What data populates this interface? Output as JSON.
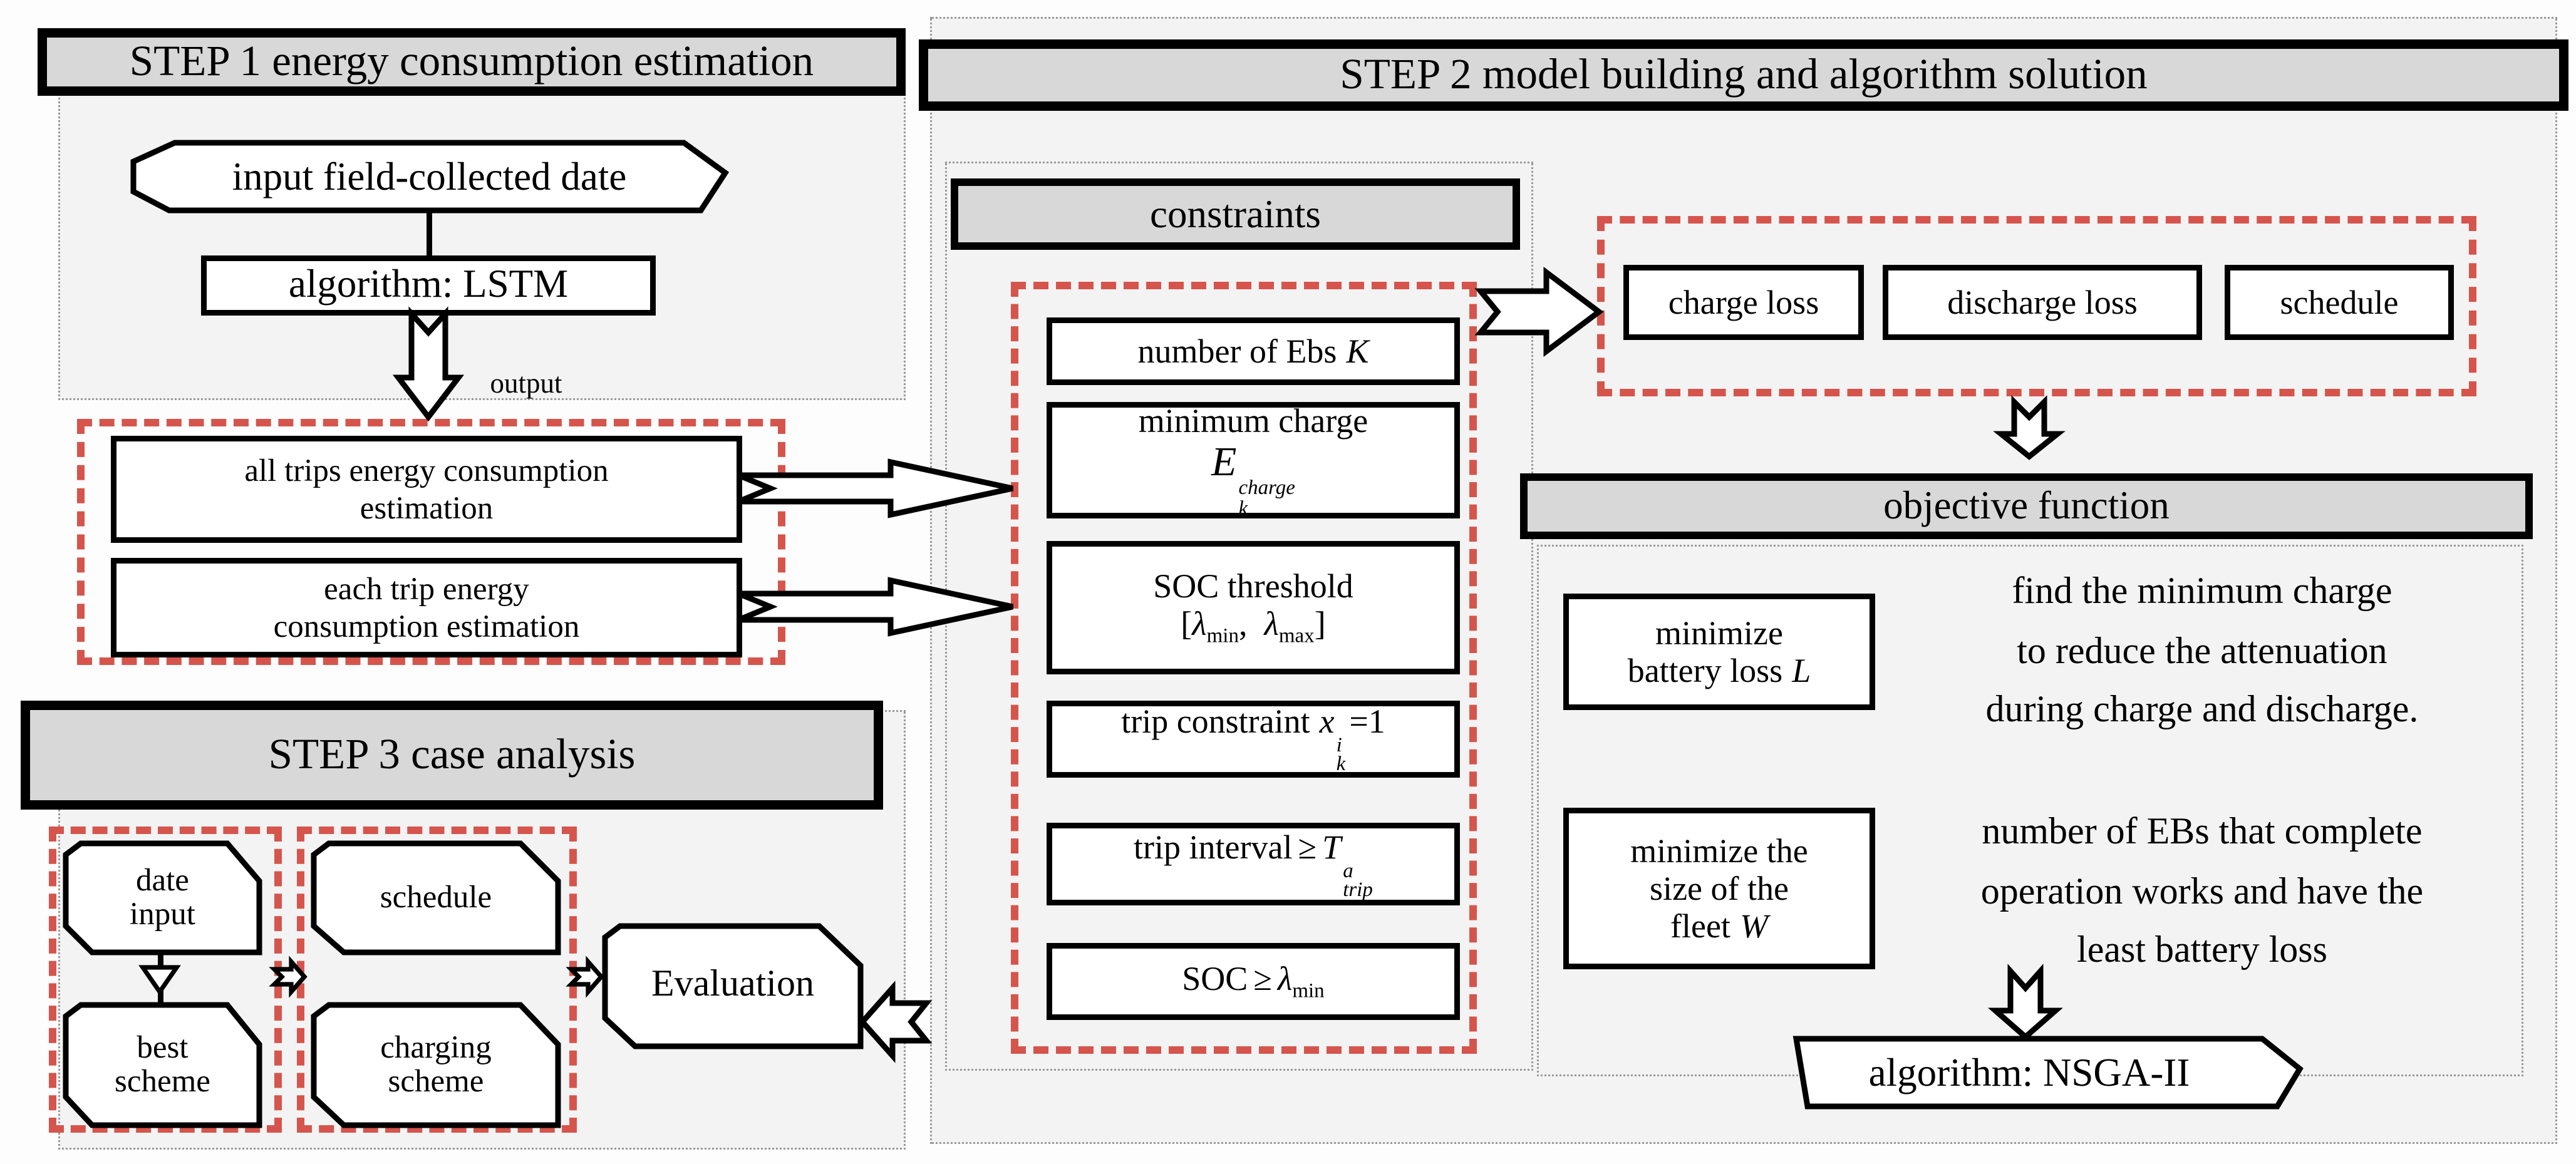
{
  "step1": {
    "title": "STEP 1 energy consumption estimation",
    "input_banner": "input field-collected date",
    "algorithm_box": "algorithm: LSTM",
    "output_label": "output",
    "all_trips": {
      "l1": "all trips energy consumption",
      "l2": "estimation"
    },
    "each_trip": {
      "l1": "each trip energy",
      "l2": "consumption estimation"
    }
  },
  "step2": {
    "title": "STEP 2 model building and algorithm solution",
    "constraints_title": "constraints",
    "constraints": {
      "number_of_ebs": {
        "text": "number of Ebs",
        "var": "K"
      },
      "minimum_charge": {
        "text": "minimum charge",
        "base": "E",
        "sup": "charge",
        "sub": "k"
      },
      "soc_threshold": {
        "text": "SOC threshold",
        "open": "[",
        "lambda1": "λ",
        "sub1": "min",
        "comma": ",",
        "lambda2": "λ",
        "sub2": "max",
        "close": "]"
      },
      "trip_constraint": {
        "text": "trip constraint",
        "base": "x",
        "sup": "i",
        "sub": "k",
        "eq": "=1"
      },
      "trip_interval": {
        "text": "trip interval",
        "ge": "≥",
        "base": "T",
        "sup": "a",
        "sub": "trip"
      },
      "soc_min": {
        "text": "SOC",
        "ge": "≥",
        "lambda": "λ",
        "sub": "min"
      }
    },
    "losses": {
      "charge": "charge loss",
      "discharge": "discharge loss",
      "schedule": "schedule"
    },
    "objective_title": "objective function",
    "minimize_battery": {
      "l1": "minimize",
      "l2": "battery loss",
      "var": "L"
    },
    "battery_note": {
      "l1": "find the minimum charge",
      "l2": "to reduce the attenuation",
      "l3": "during charge and discharge."
    },
    "minimize_fleet": {
      "l1": "minimize the",
      "l2": "size of the",
      "l3": "fleet",
      "var": "W"
    },
    "fleet_note": {
      "l1": "number of EBs that complete",
      "l2": "operation works and have the",
      "l3": "least battery loss"
    },
    "algorithm_banner": "algorithm: NSGA-II"
  },
  "step3": {
    "title": "STEP 3 case analysis",
    "date_input": {
      "l1": "date",
      "l2": "input"
    },
    "best_scheme": {
      "l1": "best",
      "l2": "scheme"
    },
    "schedule": "schedule",
    "charging_scheme": {
      "l1": "charging",
      "l2": "scheme"
    },
    "evaluation": "Evaluation"
  },
  "colors": {
    "dashed_red": "#d5554c",
    "header_gray": "#d8d8d8",
    "panel_gray": "#f3f3f3",
    "outline_black": "#000000"
  }
}
